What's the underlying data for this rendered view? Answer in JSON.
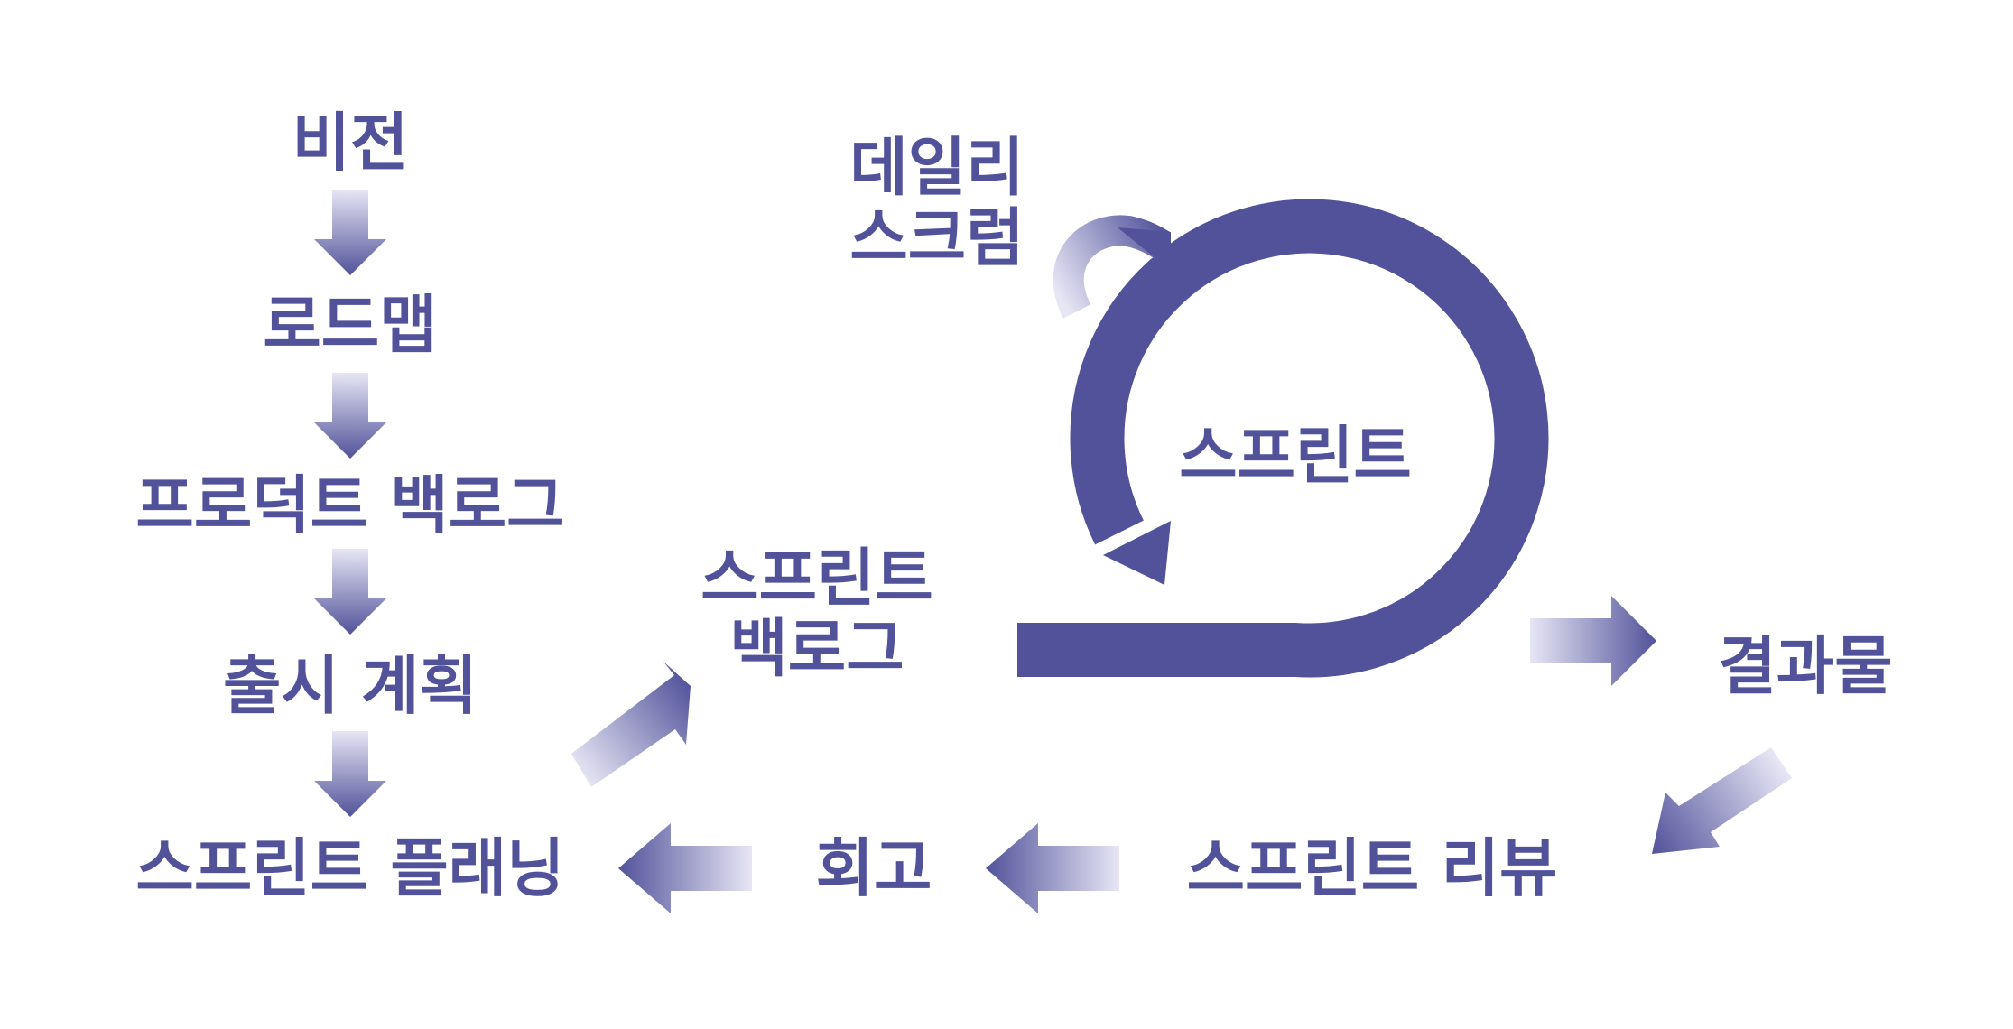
{
  "colors": {
    "primary": "#51529a",
    "faded": "#e7e6f5",
    "background": "#ffffff"
  },
  "left_column": {
    "vision": "비전",
    "roadmap": "로드맵",
    "product_backlog": "프로덕트 백로그",
    "release_plan": "출시 계획",
    "sprint_planning": "스프린트 플래닝"
  },
  "sprint_backlog": {
    "line1": "스프린트",
    "line2": "백로그"
  },
  "daily_scrum": {
    "line1": "데일리",
    "line2": "스크럼"
  },
  "sprint_cycle": {
    "label": "스프린트"
  },
  "outcome": "결과물",
  "sprint_review": "스프린트 리뷰",
  "retrospective": "회고"
}
